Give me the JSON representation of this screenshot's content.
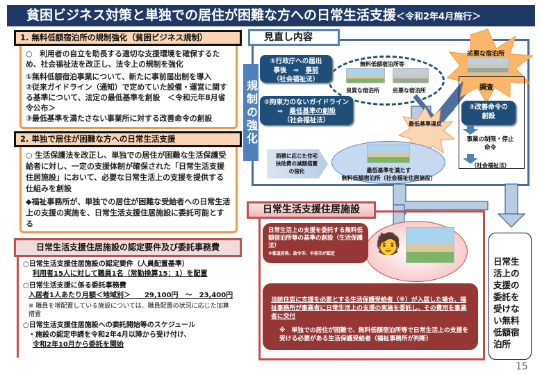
{
  "title": {
    "main": "貧困ビジネス対策と単独での居住が困難な方への日常生活支援",
    "sub": "＜令和2年4月施行＞"
  },
  "section1": {
    "header": "1. 無料低額宿泊所の規制強化（貧困ビジネス規制）",
    "intro": "○　利用者の自立を助長する適切な支援環境を確保するため、社会福祉法を改正し、法令上の規制を強化",
    "items": [
      "①無料低額宿泊事業について、新たに事前届出制を導入",
      "②従来ガイドライン（通知）で定めていた設備・運営に関する基準について、法定の最低基準を創設　＜令和元年8月省令公布＞",
      "③最低基準を満たさない事業所に対する改善命令の創設"
    ]
  },
  "section2": {
    "header": "2. 単独で居住が困難な方への日常生活支援",
    "intro": "○ 生活保護法を改正し、単独での居住が困難な生活保護受給者に対し、一定の支援体制が確保された「日常生活支援住居施設」において、必要な日常生活上の支援を提供する仕組みを創設",
    "note": "◆福祉事務所が、単独での居住が困難な受給者への日常生活上の支援の実施を、日常生活支援住居施設に委託可能とする"
  },
  "section3": {
    "header": "日常生活支援住居施設の認定要件及び委託事務費",
    "req_title": "○日常生活支援住居施設の認定要件（人員配置基準）",
    "req_value": "利用者15人に対して職員1名（常勤換算15：1）を配置",
    "fee_title": "○日常生活支援に係る委託事務費",
    "fee_label": "入居者1人あたり月額＜地域別＞",
    "fee_high": "29,100円",
    "fee_sep": "～",
    "fee_low": "23,400円",
    "fee_note": "※ 職員を増配置している施設については、職員配置の状況に応じた加算措置",
    "sched_title": "○日常生活支援住居施設への委託開始等のスケジュール",
    "sched_1": "・施設の認定申請を令和2年4月以降から受け付け、",
    "sched_2": "令和2年10月から委託を開始"
  },
  "review": {
    "tab": "見直し内容",
    "side_label": "規制の強化",
    "box1": {
      "l1": "①行政庁への届出",
      "l2a": "事後　⇒　",
      "l2b": "事前",
      "l3": "（社会福祉法）"
    },
    "box2": {
      "l1": "②拘束力のないガイドライン",
      "l2a": "⇒　",
      "l2b": "最低基準の創設",
      "l3": "（社会福祉法）"
    },
    "ellipse_title": "無料低額宿泊所等",
    "good": "良質な宿泊所",
    "bad": "劣悪な宿泊所",
    "violation": "最低基準違反",
    "bad_star": "劣悪な宿泊所",
    "investigate": "調査",
    "order": "③改善命令の創設",
    "restrict": "事業の制限・停止命令",
    "law": "（社会福祉法）",
    "housing": "面積に応じた住宅扶助費の減額措置の強化",
    "meets_1": "最低基準を満たす",
    "meets_2": "無料低額宿泊所（社会福祉住居施設）"
  },
  "facility": {
    "header": "日常生活支援住居施設",
    "box1": "日常生活上の支援を委託する無料低額宿泊所等の基準の創設（生活保護法）",
    "box1_note": "※都道府県、政令市、中核市が認定",
    "box2": "当該住居に支援を必要とする生活保護受給者（※）が入居した場合、福祉事務所が事業者に日常生活上の支援の実施を委託し、その費用を事業者に交付",
    "box2_note": "※　単独での居住が困難で、無料低額宿泊所等で日常生活上の支援を受ける必要がある生活保護受給者（福祉事務所が判断）"
  },
  "other": "日常生活上の支援の委託を受けない無料低額宿泊所",
  "page_number": "15"
}
